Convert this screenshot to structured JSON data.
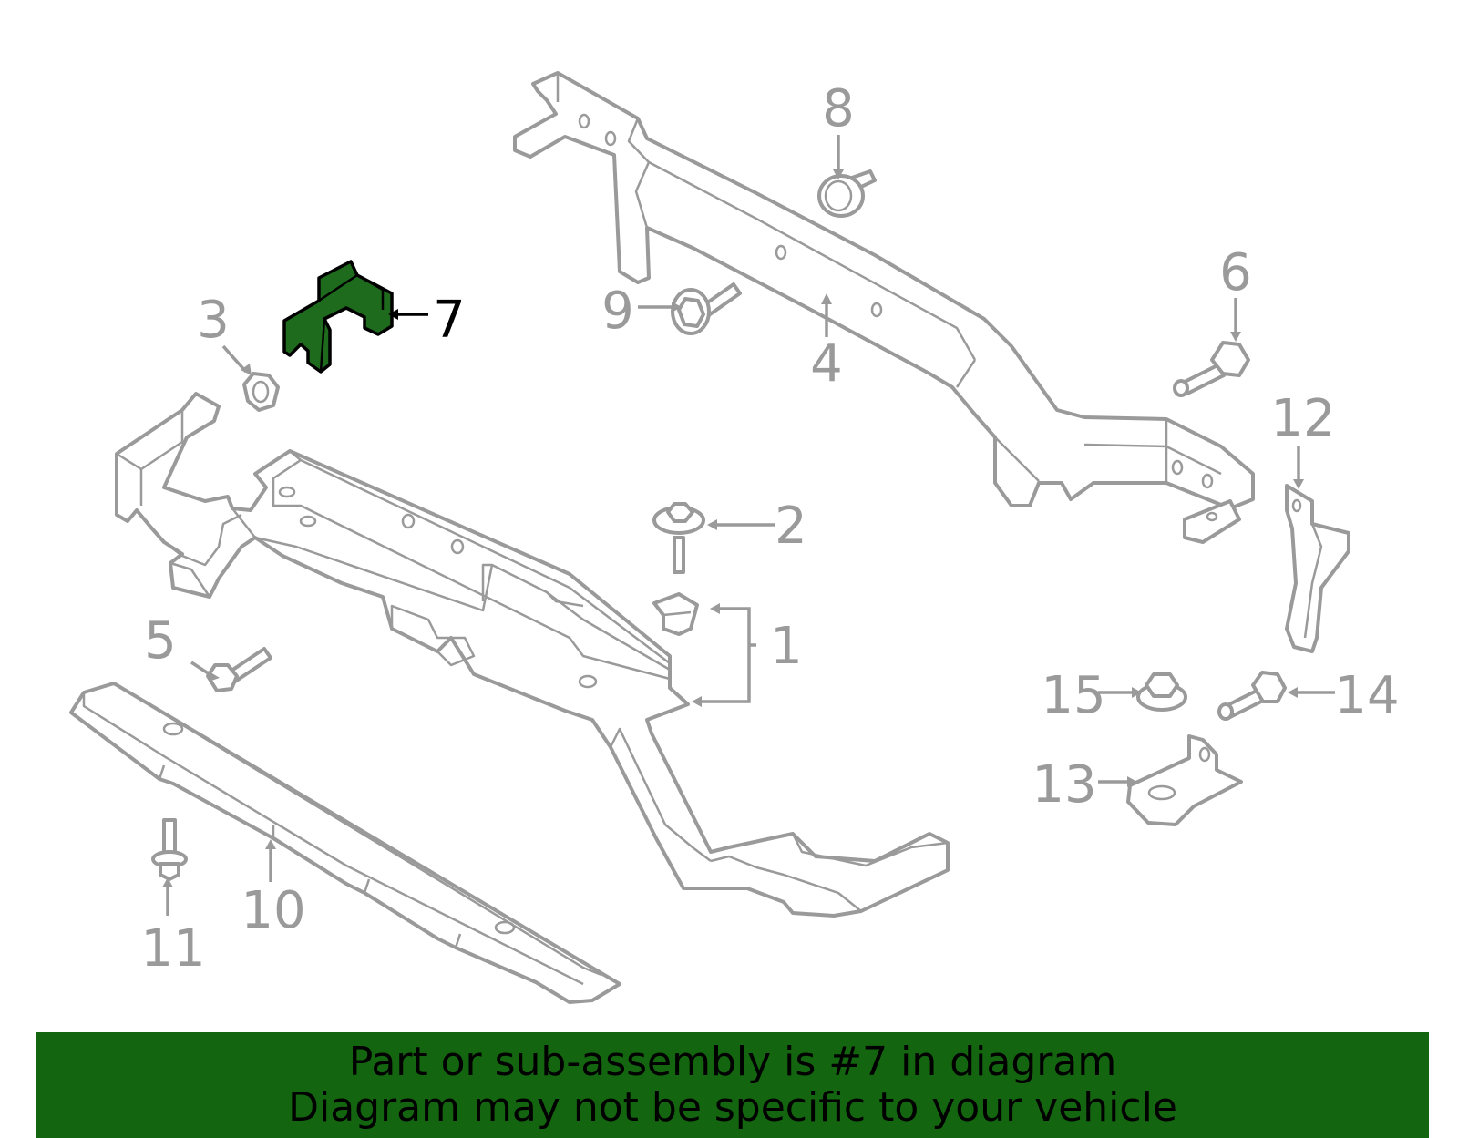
{
  "callouts": {
    "c1": "1",
    "c2": "2",
    "c3": "3",
    "c4": "4",
    "c5": "5",
    "c6": "6",
    "c7": "7",
    "c8": "8",
    "c9": "9",
    "c10": "10",
    "c11": "11",
    "c12": "12",
    "c13": "13",
    "c14": "14",
    "c15": "15"
  },
  "highlighted_part": "7",
  "banner": {
    "line1": "Part or sub-assembly is #7 in diagram",
    "line2": "Diagram may not be specific to your vehicle"
  },
  "colors": {
    "highlight": "#1e6b1e",
    "banner_bg": "#14650f",
    "line_art": "#9a9a9a"
  }
}
